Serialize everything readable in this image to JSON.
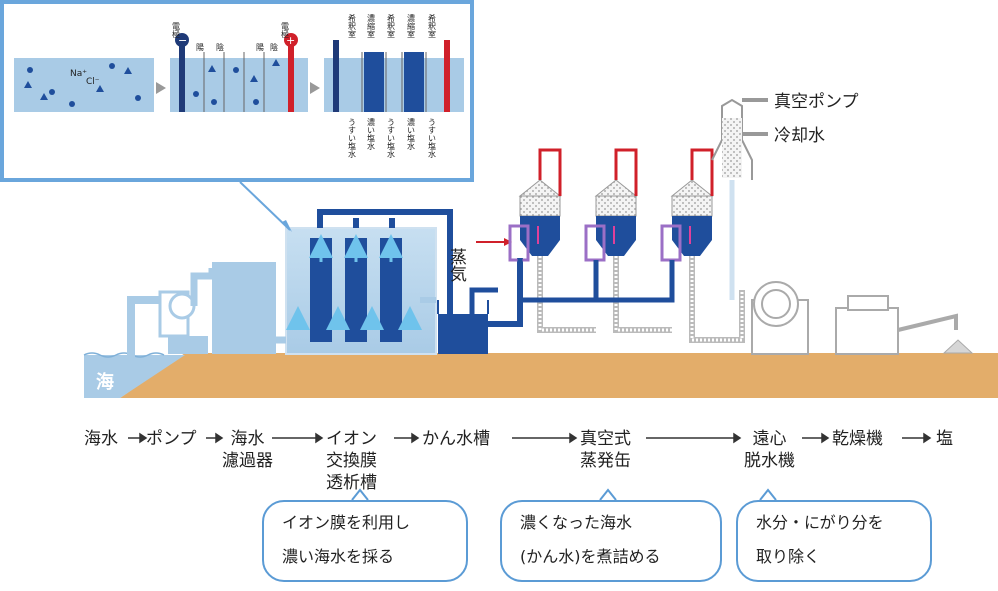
{
  "inset": {
    "sodium_ion": "Na⁺",
    "chloride_ion": "Cl⁻",
    "electrode_negative": "電極",
    "electrode_positive": "電極",
    "negative_sign": "−",
    "positive_sign": "+",
    "membrane_cation": "陽",
    "membrane_anion": "陰",
    "membrane_cation2": "陽",
    "membrane_anion2": "陰",
    "top_labels": [
      "希釈室",
      "濃縮室",
      "希釈室",
      "濃縮室",
      "希釈室"
    ],
    "bottom_labels": [
      "うすい塩水",
      "濃い塩水",
      "うすい塩水",
      "濃い塩水",
      "うすい塩水"
    ]
  },
  "plant": {
    "sea_label": "海",
    "steam_label": "蒸気",
    "vacuum_pump_label": "真空ポンプ",
    "cooling_water_label": "冷却水"
  },
  "flow": {
    "steps": [
      [
        "海水"
      ],
      [
        "ポンプ"
      ],
      [
        "海水",
        "濾過器"
      ],
      [
        "イオン",
        "交換膜",
        "透析槽"
      ],
      [
        "かん水槽"
      ],
      [
        "真空式",
        "蒸発缶"
      ],
      [
        "遠心",
        "脱水機"
      ],
      [
        "乾燥機"
      ],
      [
        "塩"
      ]
    ]
  },
  "callouts": [
    [
      "イオン膜を利用し",
      "濃い海水を採る"
    ],
    [
      "濃くなった海水",
      "(かん水)を煮詰める"
    ],
    [
      "水分・にがり分を",
      "取り除く"
    ]
  ],
  "colors": {
    "ground": "#e3ad6a",
    "water_light": "#a9cbe6",
    "pipe_dark": "#1f4e9c",
    "inset_border": "#6aa6dc",
    "red": "#d0202a",
    "callout_border": "#5b9bd5"
  }
}
